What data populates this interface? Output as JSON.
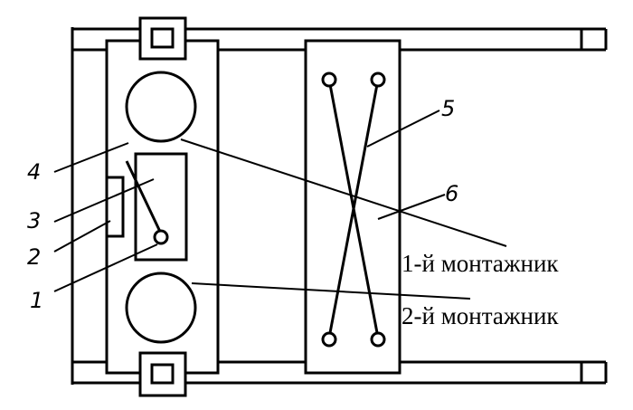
{
  "diagram": {
    "callouts": {
      "n1": "1",
      "n2": "2",
      "n3": "3",
      "n4": "4",
      "n5": "5",
      "n6": "6"
    },
    "workers": {
      "first": "1-й монтажник",
      "second": "2-й монтажник"
    }
  }
}
